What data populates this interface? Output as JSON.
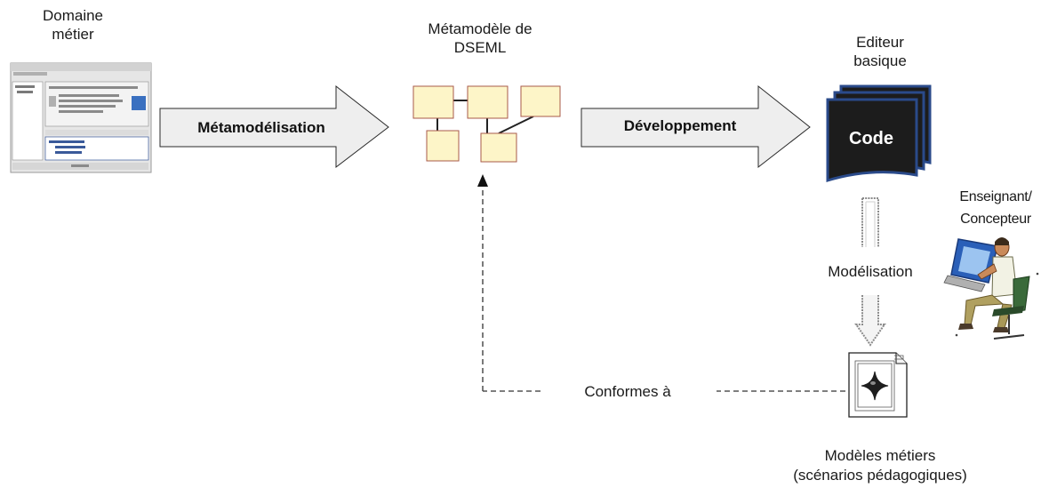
{
  "nodes": {
    "domain": {
      "line1": "Domaine",
      "line2": "métier"
    },
    "metamodel": {
      "line1": "Métamodèle de",
      "line2": "DSEML"
    },
    "editor": {
      "line1": "Editeur",
      "line2": "basique",
      "code_label": "Code"
    },
    "actor": {
      "line1": "Enseignant/",
      "line2": "Concepteur"
    },
    "models": {
      "line1": "Modèles métiers",
      "line2": "(scénarios pédagogiques)"
    }
  },
  "edges": {
    "metamodelling": "Métamodélisation",
    "development": "Développement",
    "modelling": "Modélisation",
    "conforms": "Conformes à"
  },
  "colors": {
    "box_fill": "#fdf5c8",
    "box_stroke": "#a85a4a",
    "code_dark": "#1c1c1c",
    "code_border": "#2a4a8a",
    "arrow_fill": "#f0f0f0"
  }
}
